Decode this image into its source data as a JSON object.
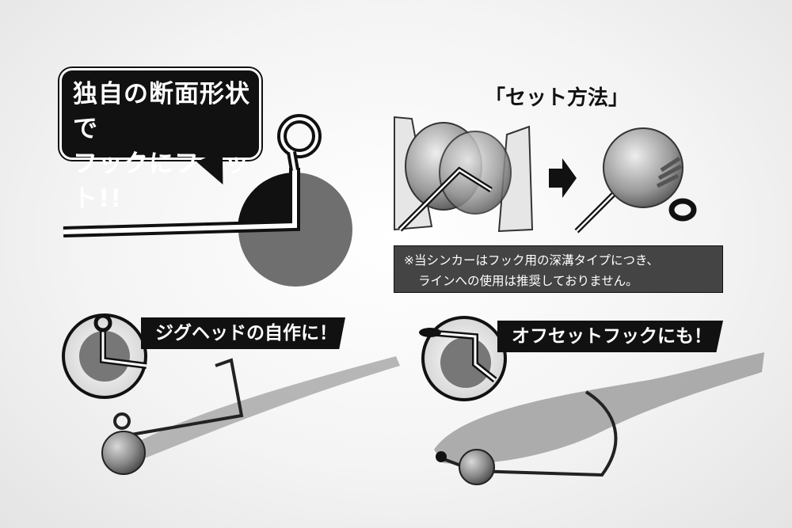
{
  "callout": {
    "line1": "独自の断面形状で",
    "line2": "フックにフィット!!"
  },
  "set_method": {
    "title": "「セット方法」"
  },
  "note": {
    "line1": "※当シンカーはフック用の深溝タイプにつき、",
    "line2": "ラインへの使用は推奨しておりません。"
  },
  "jighead_banner": {
    "label": "ジグヘッドの自作に！"
  },
  "offset_banner": {
    "label": "オフセットフックにも！"
  },
  "colors": {
    "black": "#111111",
    "dark_gray": "#555555",
    "sinker_gray": "#7a7a7a",
    "note_bg": "#444444"
  }
}
